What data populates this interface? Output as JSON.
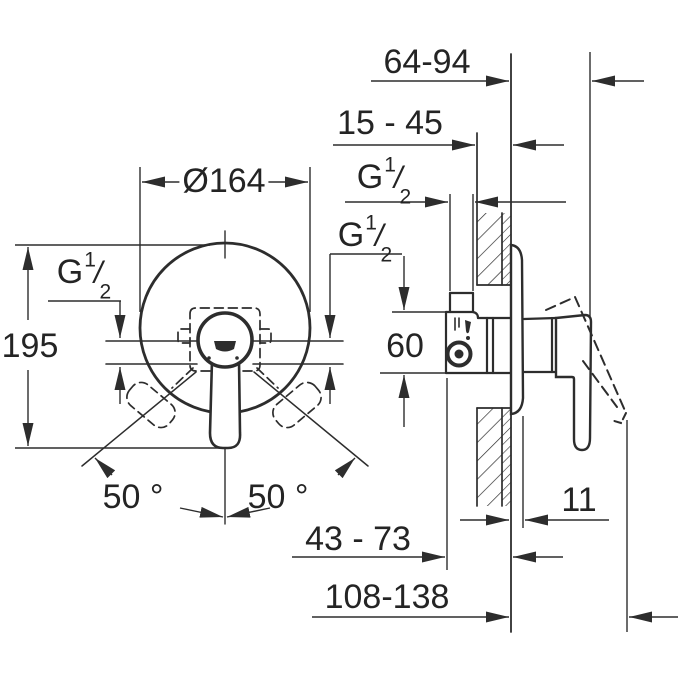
{
  "drawing_kind": "installation-dimension-drawing",
  "thread_label": {
    "prefix": "G",
    "numerator": "1",
    "slash": "/",
    "denominator": "2"
  },
  "front_view": {
    "escutcheon_diameter": "Ø164",
    "overall_height": "195",
    "swing_angle_left": "50 °",
    "swing_angle_right": "50 °"
  },
  "side_view": {
    "handle_depth_range": "64-94",
    "concealed_depth_range": "15 - 45",
    "body_height": "60",
    "plate_thickness": "11",
    "body_depth_range": "43 - 73",
    "total_depth_range": "108-138"
  }
}
